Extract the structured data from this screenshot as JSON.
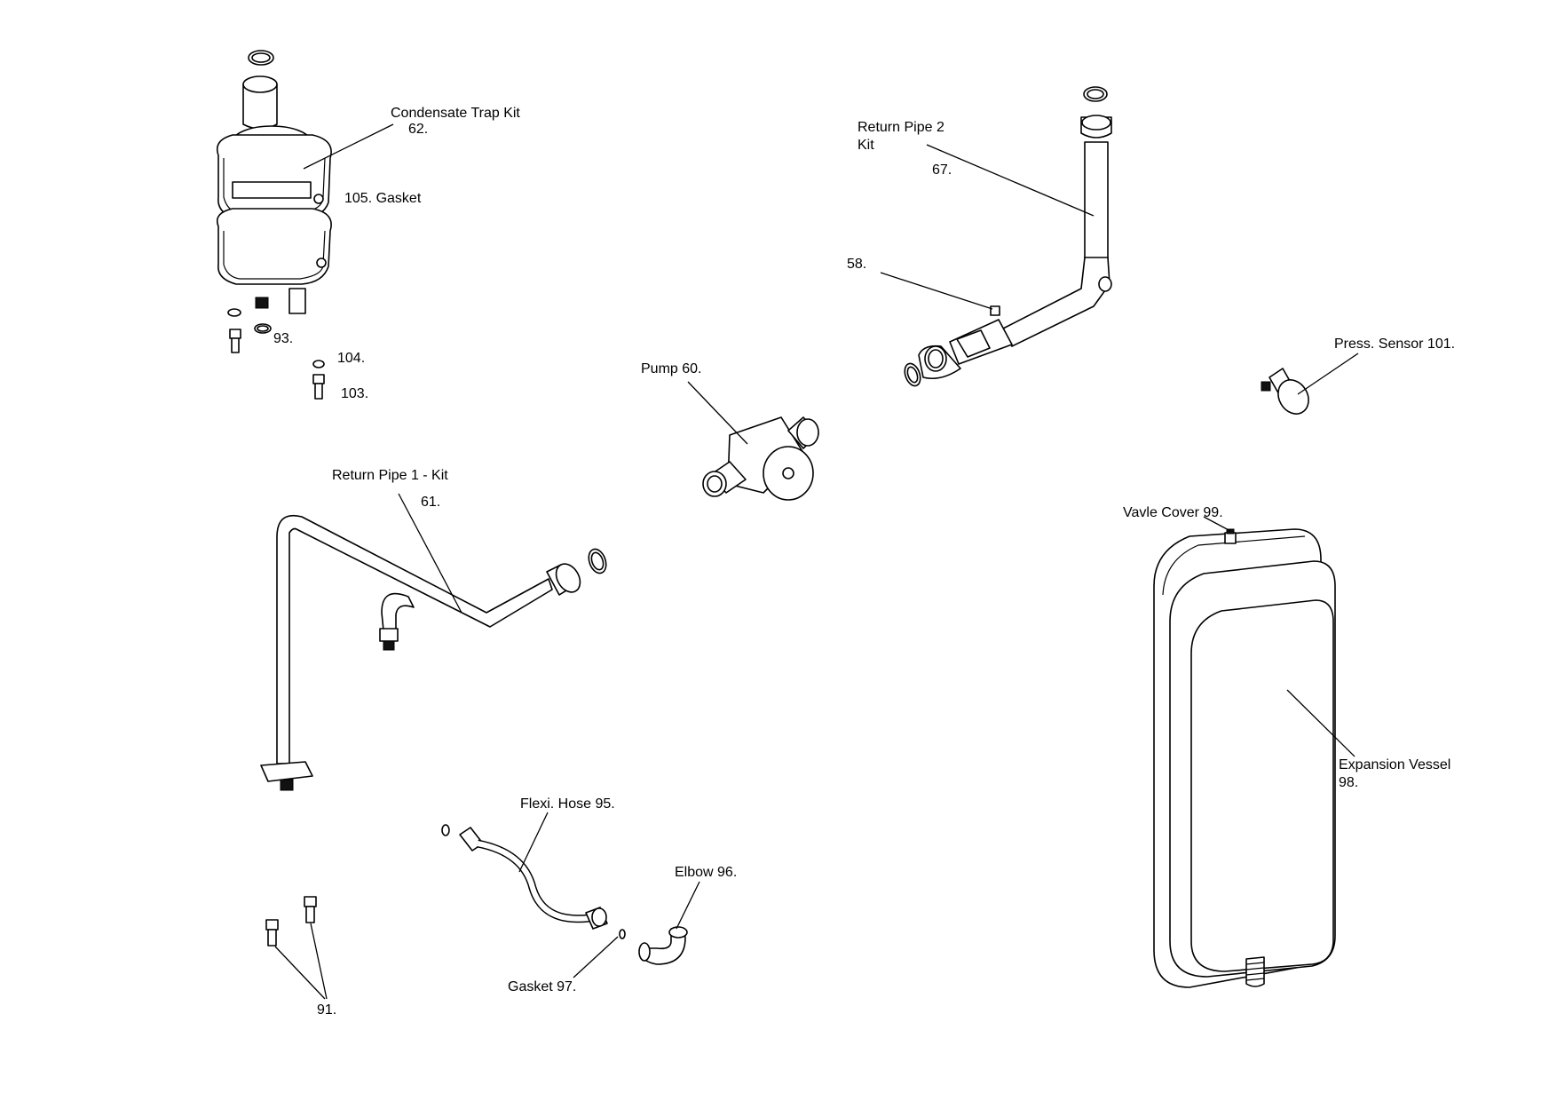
{
  "labels": {
    "condensate_trap": "Condensate Trap Kit",
    "condensate_trap_num": "62.",
    "gasket_105": "105. Gasket",
    "n93": "93.",
    "n104": "104.",
    "n103": "103.",
    "return_pipe2_line1": "Return Pipe 2",
    "return_pipe2_line2": "Kit",
    "n67": "67.",
    "n58": "58.",
    "pump": "Pump 60.",
    "press_sensor": "Press. Sensor 101.",
    "return_pipe1": "Return Pipe 1 - Kit",
    "n61": "61.",
    "valve_cover": "Vavle Cover 99.",
    "expansion_vessel": "Expansion Vessel",
    "n98": "98.",
    "flexi_hose": "Flexi. Hose 95.",
    "elbow": "Elbow 96.",
    "gasket_97": "Gasket 97.",
    "n91": "91."
  }
}
